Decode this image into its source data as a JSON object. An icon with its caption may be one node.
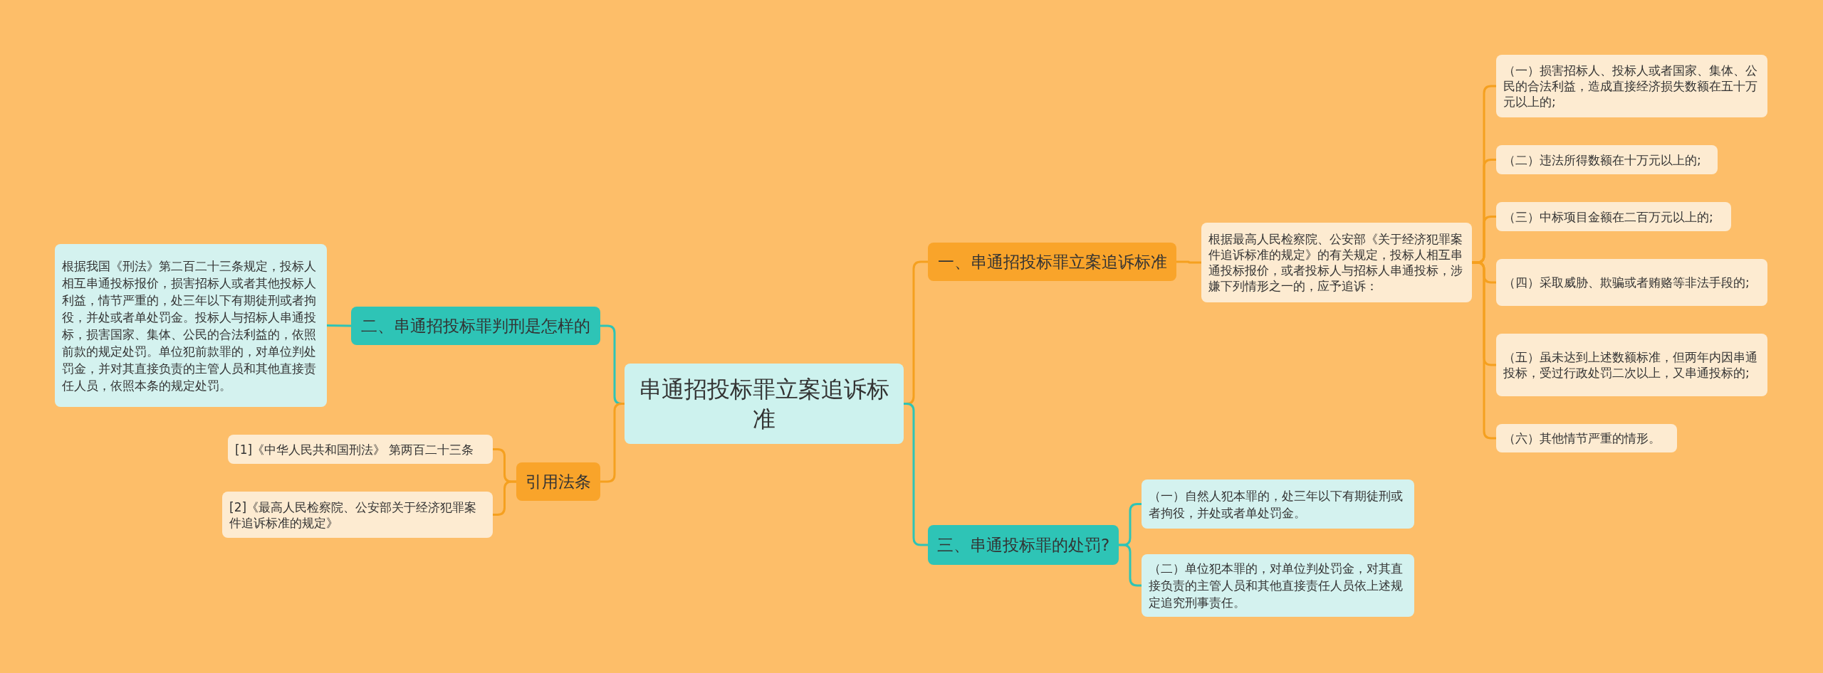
{
  "diagram": {
    "nodes": [
      {
        "text": [
          "串通招投标罪立案追诉标准"
        ]
      },
      {
        "text": [
          "一、串通招投标罪立案追诉标准"
        ]
      },
      {
        "text": [
          "根据最高人民检察院、公安部《关于经济犯罪案件追诉标准的规定》的有关规定，投标人相互串通投标报价，或者投标人与招标人串通投标，涉嫌下列情形之一的，应予追诉："
        ]
      },
      {
        "text": [
          "（一）损害招标人、投标人或者国家、集体、公民的合法利益，造成直接经济损失数额在五十万元以上的;"
        ]
      },
      {
        "text": [
          "（二）违法所得数额在十万元以上的;"
        ]
      },
      {
        "text": [
          "（三）中标项目金额在二百万元以上的;"
        ]
      },
      {
        "text": [
          "（四）采取威胁、欺骗或者贿赂等非法手段的;"
        ]
      },
      {
        "text": [
          "（五）虽未达到上述数额标准，但两年内因串通投标，受过行政处罚二次以上，又串通投标的;"
        ]
      },
      {
        "text": [
          "（六）其他情节严重的情形。"
        ]
      },
      {
        "text": [
          "三、串通投标罪的处罚?"
        ]
      },
      {
        "text": [
          "（一）自然人犯本罪的，处三年以下有期徒刑或者拘役，并处或者单处罚金。"
        ]
      },
      {
        "text": [
          "（二）单位犯本罪的，对单位判处罚金，对其直接负责的主管人员和其他直接责任人员依上述规定追究刑事责任。"
        ]
      },
      {
        "text": [
          "二、串通招投标罪判刑是怎样的"
        ]
      },
      {
        "text": [
          "根据我国《刑法》第二百二十三条规定，投标人相互串通投标报价，损害招标人或者其他投标人利益，情节严重的，处三年以下有期徒刑或者拘役，并处或者单处罚金。投标人与招标人串通投标，损害国家、集体、公民的合法利益的，依照前款的规定处罚。单位犯前款罪的，对单位判处罚金，并对其直接负责的主管人员和其他直接责任人员，依照本条的规定处罚。"
        ]
      },
      {
        "text": [
          "引用法条"
        ]
      },
      {
        "text": [
          "[1]《中华人民共和国刑法》 第两百二十三条"
        ]
      },
      {
        "text": [
          "[2]《最高人民检察院、公安部关于经济犯罪案件追诉标准的规定》"
        ]
      }
    ],
    "edges": [
      {
        "from": 0,
        "to": 1,
        "arrow": "none"
      },
      {
        "from": 1,
        "to": 2,
        "arrow": "none"
      },
      {
        "from": 2,
        "to": 3,
        "arrow": "none"
      },
      {
        "from": 2,
        "to": 4,
        "arrow": "none"
      },
      {
        "from": 2,
        "to": 5,
        "arrow": "none"
      },
      {
        "from": 2,
        "to": 6,
        "arrow": "none"
      },
      {
        "from": 2,
        "to": 7,
        "arrow": "none"
      },
      {
        "from": 2,
        "to": 8,
        "arrow": "none"
      },
      {
        "from": 0,
        "to": 9,
        "arrow": "none",
        "color": "#2ec4b6"
      },
      {
        "from": 9,
        "to": 10,
        "arrow": "none",
        "color": "#2ec4b6"
      },
      {
        "from": 9,
        "to": 11,
        "arrow": "none",
        "color": "#2ec4b6"
      },
      {
        "from": 0,
        "to": 12,
        "arrow": "none",
        "color": "#2ec4b6"
      },
      {
        "from": 12,
        "to": 13,
        "arrow": "none",
        "color": "#2ec4b6"
      },
      {
        "from": 0,
        "to": 14,
        "arrow": "none"
      },
      {
        "from": 14,
        "to": 15,
        "arrow": "none"
      },
      {
        "from": 14,
        "to": 16,
        "arrow": "none"
      }
    ]
  }
}
